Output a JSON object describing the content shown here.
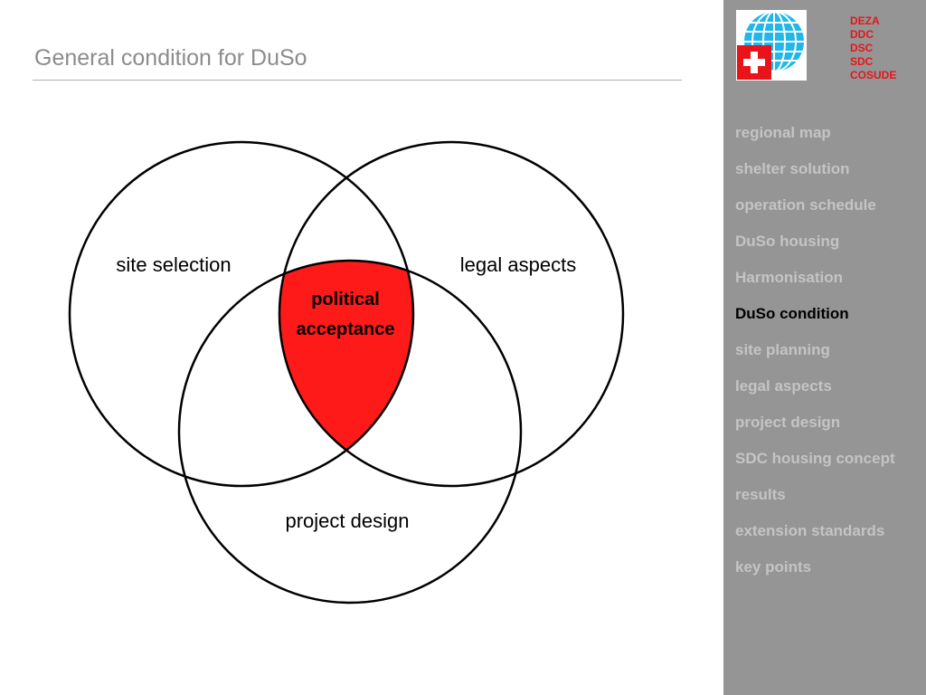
{
  "slide": {
    "title": "General condition for DuSo"
  },
  "venn": {
    "circles": [
      {
        "label": "site selection"
      },
      {
        "label": "legal aspects"
      },
      {
        "label": "project design"
      }
    ],
    "intersection": {
      "line1": "political",
      "line2": "acceptance",
      "color": "#ff1a1a"
    }
  },
  "logo": {
    "icon": "swiss-globe-logo",
    "lines": [
      "DEZA",
      "DDC",
      "DSC",
      "SDC",
      "COSUDE"
    ],
    "text_color": "#e8141a"
  },
  "sidebar": {
    "background": "#959595",
    "active_index": 5,
    "items": [
      {
        "label": "regional map"
      },
      {
        "label": "shelter solution"
      },
      {
        "label": "operation schedule"
      },
      {
        "label": "DuSo housing"
      },
      {
        "label": "Harmonisation"
      },
      {
        "label": "DuSo condition"
      },
      {
        "label": "site planning"
      },
      {
        "label": "legal aspects"
      },
      {
        "label": "project design"
      },
      {
        "label": "SDC housing concept"
      },
      {
        "label": "results"
      },
      {
        "label": "extension standards"
      },
      {
        "label": "key points"
      }
    ]
  }
}
